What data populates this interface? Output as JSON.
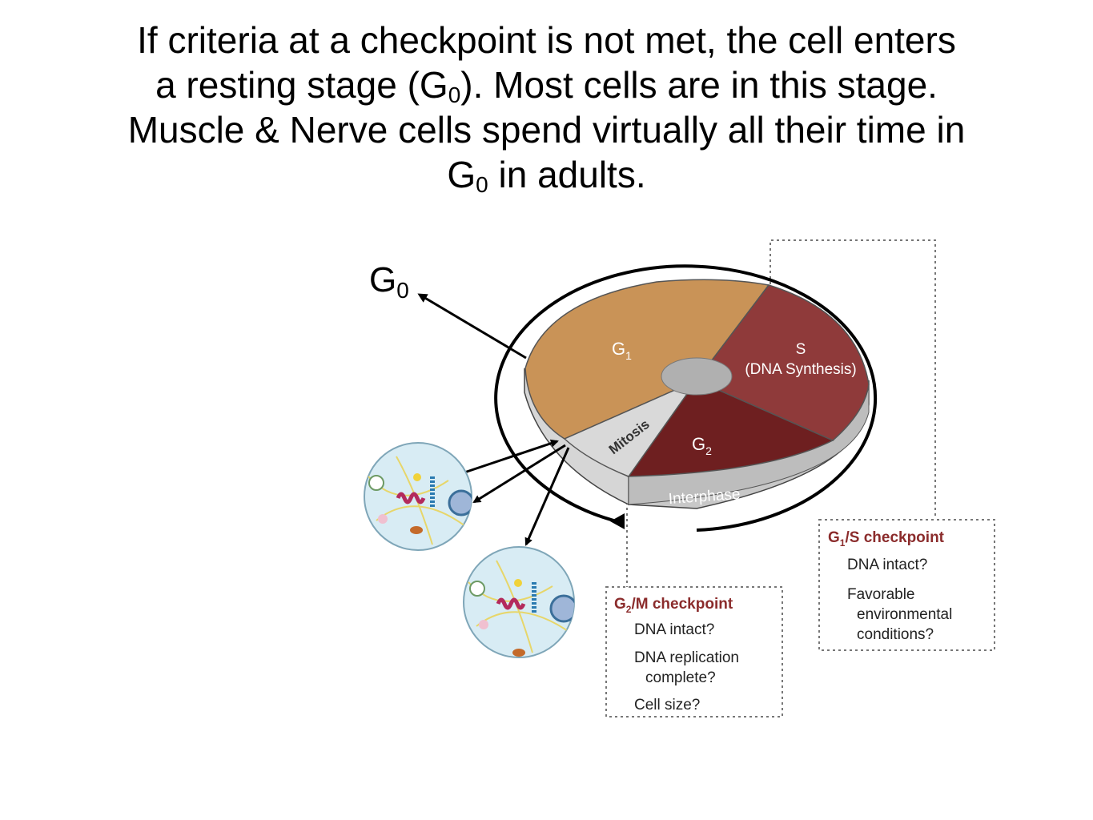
{
  "title": {
    "line1": "If criteria at a checkpoint is not met, the cell enters",
    "line2_pre": "a resting stage (G",
    "line2_sub": "0",
    "line2_post": ").  Most cells are in this stage.",
    "line3": "Muscle & Nerve cells spend virtually all their time in",
    "line4_pre": "G",
    "line4_sub": "0",
    "line4_post": " in adults."
  },
  "g0_label": {
    "main": "G",
    "sub": "0"
  },
  "cycle": {
    "g1": {
      "main": "G",
      "sub": "1"
    },
    "s": {
      "line1": "S",
      "line2": "(DNA Synthesis)"
    },
    "g2": {
      "main": "G",
      "sub": "2"
    },
    "mitosis": "Mitosis",
    "interphase": "Interphase"
  },
  "g1s_box": {
    "title_pre": "G",
    "title_sub": "1",
    "title_post": "/S checkpoint",
    "q1": "DNA intact?",
    "q2_line1": "Favorable",
    "q2_line2": "environmental",
    "q2_line3": "conditions?"
  },
  "g2m_box": {
    "title_pre": "G",
    "title_sub": "2",
    "title_post": "/M checkpoint",
    "q1": "DNA intact?",
    "q2_line1": "DNA replication",
    "q2_line2": "complete?",
    "q3": "Cell size?"
  },
  "colors": {
    "g1": "#c99357",
    "s": "#8f3a3a",
    "g2": "#6e1f20",
    "mitosis": "#d9d9d9",
    "hub": "#b0b0b0",
    "box_title": "#8b2c2c",
    "cell_fill": "#d8ecf4"
  }
}
